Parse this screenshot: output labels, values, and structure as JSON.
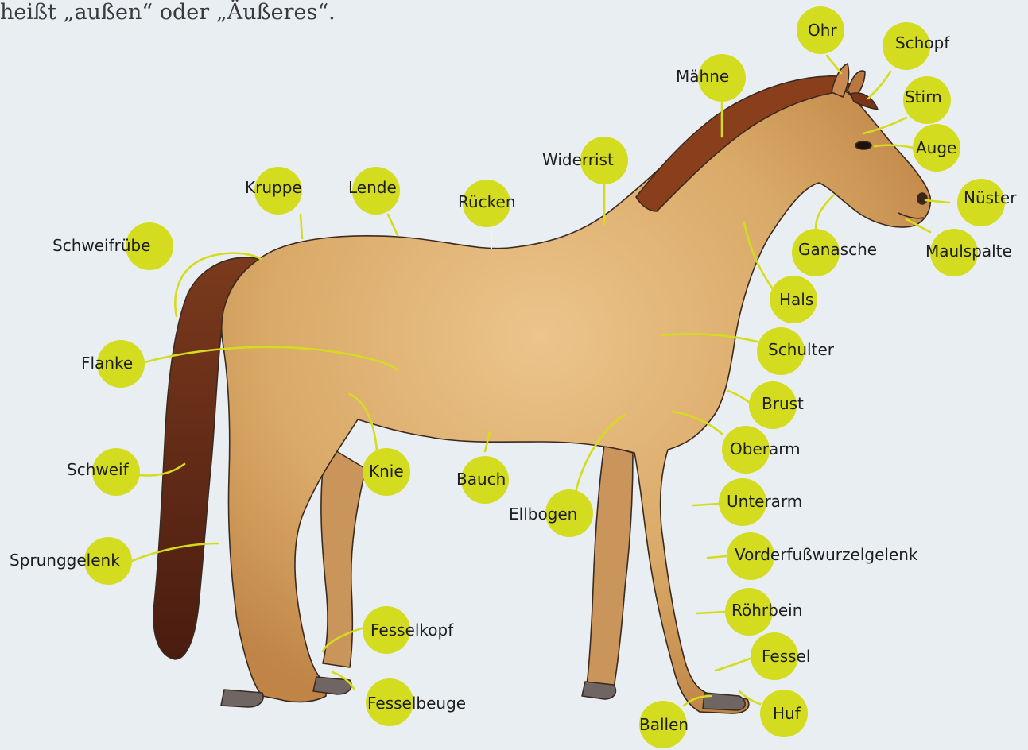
{
  "intro_text": "heißt „außen“ oder „Äußeres“.",
  "labels": {
    "ohr": "Ohr",
    "schopf": "Schopf",
    "maehne": "Mähne",
    "stirn": "Stirn",
    "auge": "Auge",
    "widerrist": "Widerrist",
    "nuester": "Nüster",
    "kruppe": "Kruppe",
    "lende": "Lende",
    "ruecken": "Rücken",
    "ganasche": "Ganasche",
    "maulspalte": "Maulspalte",
    "schweifruebe": "Schweifrübe",
    "hals": "Hals",
    "schulter": "Schulter",
    "flanke": "Flanke",
    "brust": "Brust",
    "oberarm": "Oberarm",
    "schweif": "Schweif",
    "knie": "Knie",
    "bauch": "Bauch",
    "unterarm": "Unterarm",
    "ellbogen": "Ellbogen",
    "vorderfusswurzelgelenk": "Vorderfußwurzelgelenk",
    "sprunggelenk": "Sprunggelenk",
    "roehrbein": "Röhrbein",
    "fesselkopf": "Fesselkopf",
    "fessel": "Fessel",
    "fesselbeuge": "Fesselbeuge",
    "huf": "Huf",
    "ballen": "Ballen"
  },
  "colors": {
    "background": "#e9eef3",
    "marker": "#d4dc1f",
    "coat": "#d9a967",
    "mane": "#8a3f1c",
    "tail": "#5a2415",
    "hoof": "#6f6562"
  }
}
